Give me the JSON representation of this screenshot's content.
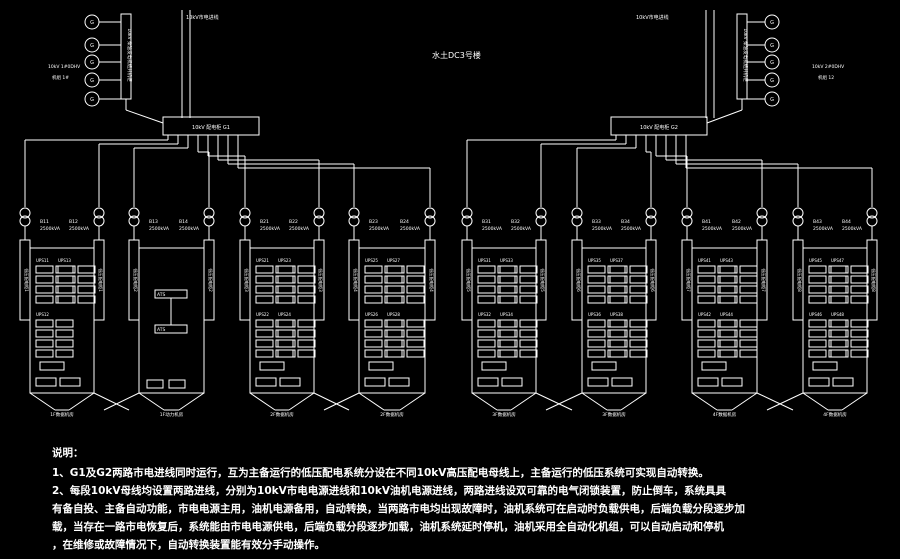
{
  "title": "水土DC3号楼",
  "source_a": "10kV市电进线",
  "source_b": "10kV市电进线",
  "left_side_label": "10kV 1#0DHV\n机组 1#",
  "right_side_label": "10kV 2#0DHV\n机组 12",
  "switchgear_left": "10kV 配电柜 G1",
  "switchgear_right": "10kV 配电柜 G2",
  "gen_panel_left": "10kV 柴油发电机组并机柜",
  "gen_panel_right": "10kV 柴油发电机组并机柜",
  "generators_left": [
    "G",
    "G",
    "G",
    "G",
    "G"
  ],
  "generators_right": [
    "G",
    "G",
    "G",
    "G",
    "G"
  ],
  "transformers": [
    {
      "label": "B11",
      "rating": "2500kVA"
    },
    {
      "label": "B12",
      "rating": "2500kVA"
    },
    {
      "label": "B13",
      "rating": "2500kVA"
    },
    {
      "label": "B14",
      "rating": "2500kVA"
    },
    {
      "label": "B21",
      "rating": "2500kVA"
    },
    {
      "label": "B22",
      "rating": "2500kVA"
    },
    {
      "label": "B23",
      "rating": "2500kVA"
    },
    {
      "label": "B24",
      "rating": "2500kVA"
    },
    {
      "label": "B31",
      "rating": "2500kVA"
    },
    {
      "label": "B32",
      "rating": "2500kVA"
    },
    {
      "label": "B33",
      "rating": "2500kVA"
    },
    {
      "label": "B34",
      "rating": "2500kVA"
    },
    {
      "label": "B41",
      "rating": "2500kVA"
    },
    {
      "label": "B42",
      "rating": "2500kVA"
    },
    {
      "label": "B43",
      "rating": "2500kVA"
    },
    {
      "label": "B44",
      "rating": "2500kVA"
    }
  ],
  "lv_labels": [
    "低压配电柜1",
    "低压配电柜1",
    "低压配电柜2",
    "低压配电柜2",
    "低压配电柜3",
    "低压配电柜3",
    "低压配电柜4",
    "低压配电柜4",
    "低压配电柜5",
    "低压配电柜5",
    "低压配电柜6",
    "低压配电柜6",
    "低压配电柜7",
    "低压配电柜7",
    "低压配电柜8",
    "低压配电柜8"
  ],
  "ups_labels": [
    [
      "UPS11",
      "UPS13",
      "UPS12"
    ],
    [],
    [
      "UPS21",
      "UPS23",
      "UPS22",
      "UPS24"
    ],
    [
      "UPS25",
      "UPS27",
      "UPS26",
      "UPS28"
    ],
    [
      "UPS31",
      "UPS33",
      "UPS32",
      "UPS34"
    ],
    [
      "UPS35",
      "UPS37",
      "UPS36",
      "UPS38"
    ],
    [
      "UPS41",
      "UPS43",
      "UPS42",
      "UPS44"
    ],
    [
      "UPS45",
      "UPS47",
      "UPS46",
      "UPS48"
    ]
  ],
  "hall_labels": [
    "1F数据机房",
    "1F动力机房",
    "2F数据机房",
    "2F数据机房",
    "3F数据机房",
    "3F数据机房",
    "4F数据机房",
    "4F数据机房"
  ],
  "notes": {
    "heading": "说明：",
    "lines": [
      "1、G1及G2两路市电进线同时运行，互为主备运行的低压配电系统分设在不同10kV高压配电母线上，主备运行的低压系统可实现自动转换。",
      "2、每段10kV母线均设置两路进线，分别为10kV市电电源进线和10kV油机电源进线，两路进线设双可靠的电气闭锁装置，防止倒车，系统具具",
      "有备自投、主备自动功能，市电电源主用，油机电源备用，自动转换，当两路市电均出现故障时，油机系统可在启动时负载供电，后端负载分段逐步加",
      "载，当存在一路市电恢复后，系统能由市电电源供电，后端负载分段逐步加载，油机系统延时停机，油机采用全自动化机组，可以自动启动和停机",
      "，在维修或故障情况下，自动转换装置能有效分手动操作。"
    ]
  }
}
